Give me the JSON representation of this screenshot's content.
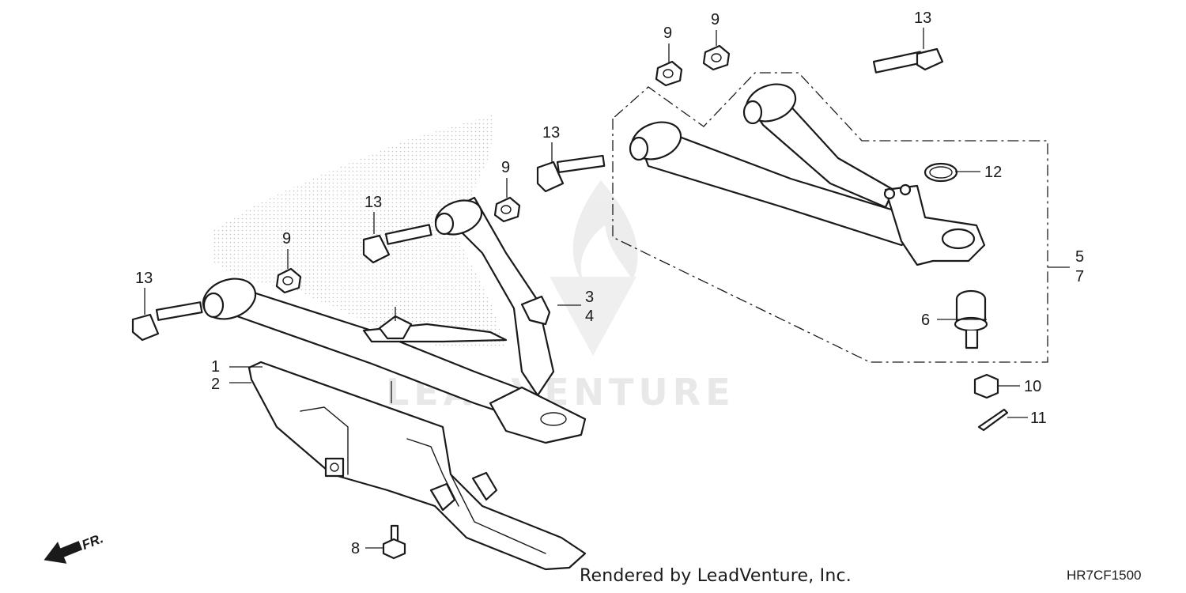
{
  "callouts": {
    "c1": "1",
    "c2": "2",
    "c3": "3",
    "c4": "4",
    "c5": "5",
    "c6": "6",
    "c7": "7",
    "c8": "8",
    "c9a": "9",
    "c9b": "9",
    "c9c": "9",
    "c9d": "9",
    "c10": "10",
    "c11": "11",
    "c12": "12",
    "c13a": "13",
    "c13b": "13",
    "c13c": "13",
    "c13d": "13"
  },
  "direction_label": "FR.",
  "footer": {
    "rendered_by": "Rendered by LeadVenture, Inc.",
    "diagram_code": "HR7CF1500"
  },
  "watermark": {
    "text": "LEADVENTURE",
    "color": "#e6e6e6"
  },
  "colors": {
    "line": "#1a1a1a",
    "background": "#ffffff",
    "stipple": "#bdbdbd"
  }
}
